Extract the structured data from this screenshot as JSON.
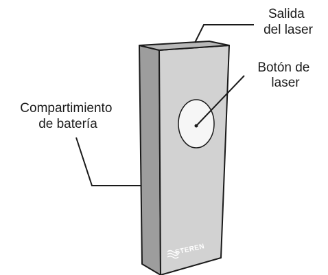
{
  "labels": {
    "laser_output": [
      "Salida",
      "del laser"
    ],
    "laser_button": [
      "Botón de",
      "laser"
    ],
    "battery_compartment": [
      "Compartimiento",
      "de batería"
    ]
  },
  "brand": {
    "name": "STEREN"
  },
  "colors": {
    "body_front": "#d2d2d2",
    "body_side": "#9d9d9d",
    "body_top": "#b8b8b8",
    "button_fill": "#f6f6f6",
    "outline": "#1a1a1a"
  }
}
